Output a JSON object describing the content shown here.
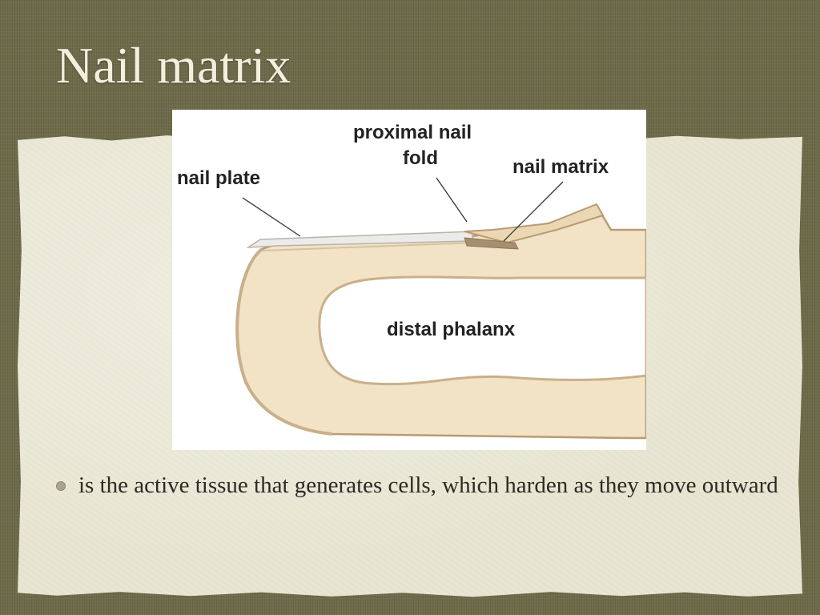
{
  "slide": {
    "title": "Nail matrix",
    "bullets": [
      "is the active tissue that generates cells, which harden as they move outward"
    ]
  },
  "figure": {
    "labels": {
      "nail_plate": "nail plate",
      "proximal_nail_fold_line1": "proximal nail",
      "proximal_nail_fold_line2": "fold",
      "nail_matrix": "nail matrix",
      "distal_phalanx": "distal phalanx"
    },
    "colors": {
      "tissue": "#f2e2c6",
      "tissue_outline": "#b89b72",
      "phalanx": "#ffffff",
      "nail_plate": "#ecebe9",
      "matrix": "#a58f6f"
    }
  }
}
